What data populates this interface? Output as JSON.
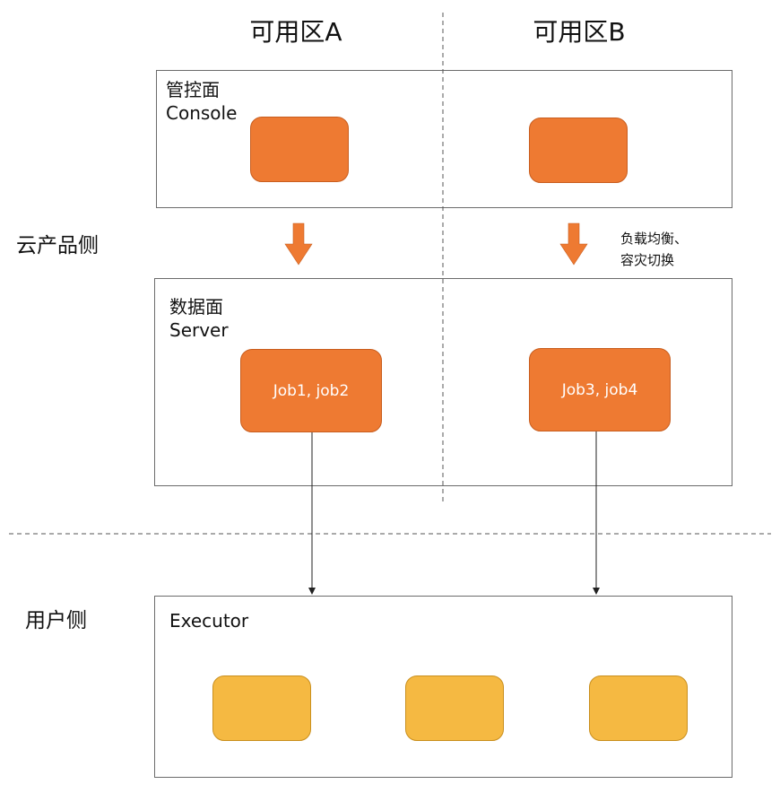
{
  "zones": {
    "a_title": "可用区A",
    "b_title": "可用区B"
  },
  "sides": {
    "cloud_label": "云产品侧",
    "user_label": "用户侧"
  },
  "console_panel": {
    "title_cn": "管控面",
    "title_en": "Console"
  },
  "server_panel": {
    "title_cn": "数据面",
    "title_en": "Server",
    "node_a_label": "Job1, job2",
    "node_b_label": "Job3, job4"
  },
  "executor_panel": {
    "title": "Executor"
  },
  "note": {
    "line1": "负载均衡、",
    "line2": "容灾切换"
  },
  "colors": {
    "orange": "#ee7a32",
    "yellow": "#f5b942",
    "border": "#6b6b6b"
  }
}
